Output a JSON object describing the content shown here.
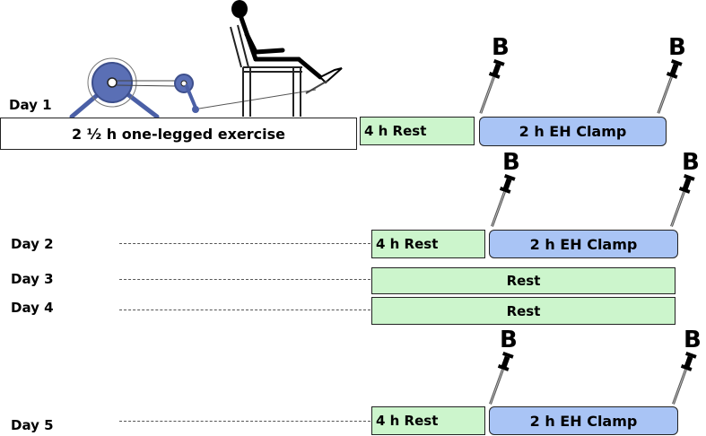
{
  "days": {
    "day1": "Day 1",
    "day2": "Day 2",
    "day3": "Day 3",
    "day4": "Day 4",
    "day5": "Day 5"
  },
  "blocks": {
    "exercise": "2 ½ h one-legged exercise",
    "rest4h": "4 h Rest",
    "clamp": "2 h EH Clamp",
    "rest": "Rest"
  },
  "biopsy_label": "B",
  "colors": {
    "rest_green": "#ccf5cc",
    "clamp_blue": "#a9c4f5",
    "ergometer_blue": "#4a5fa6"
  },
  "icons": [
    "ergometer-icon",
    "seated-person-icon",
    "biopsy-needle-icon"
  ]
}
